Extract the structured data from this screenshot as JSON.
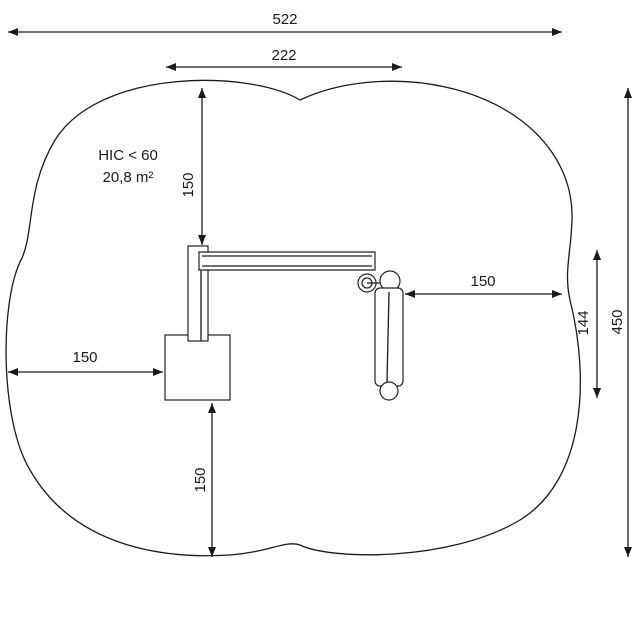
{
  "dimensions": {
    "total_width": "522",
    "equipment_width": "222",
    "top_clearance": "150",
    "left_clearance": "150",
    "bottom_clearance": "150",
    "right_clearance": "150",
    "equipment_depth": "144",
    "total_depth": "450"
  },
  "safety_area": {
    "hic": "HIC < 60",
    "area": "20,8 m²"
  },
  "colors": {
    "line": "#1a1a1a",
    "background": "#ffffff"
  }
}
